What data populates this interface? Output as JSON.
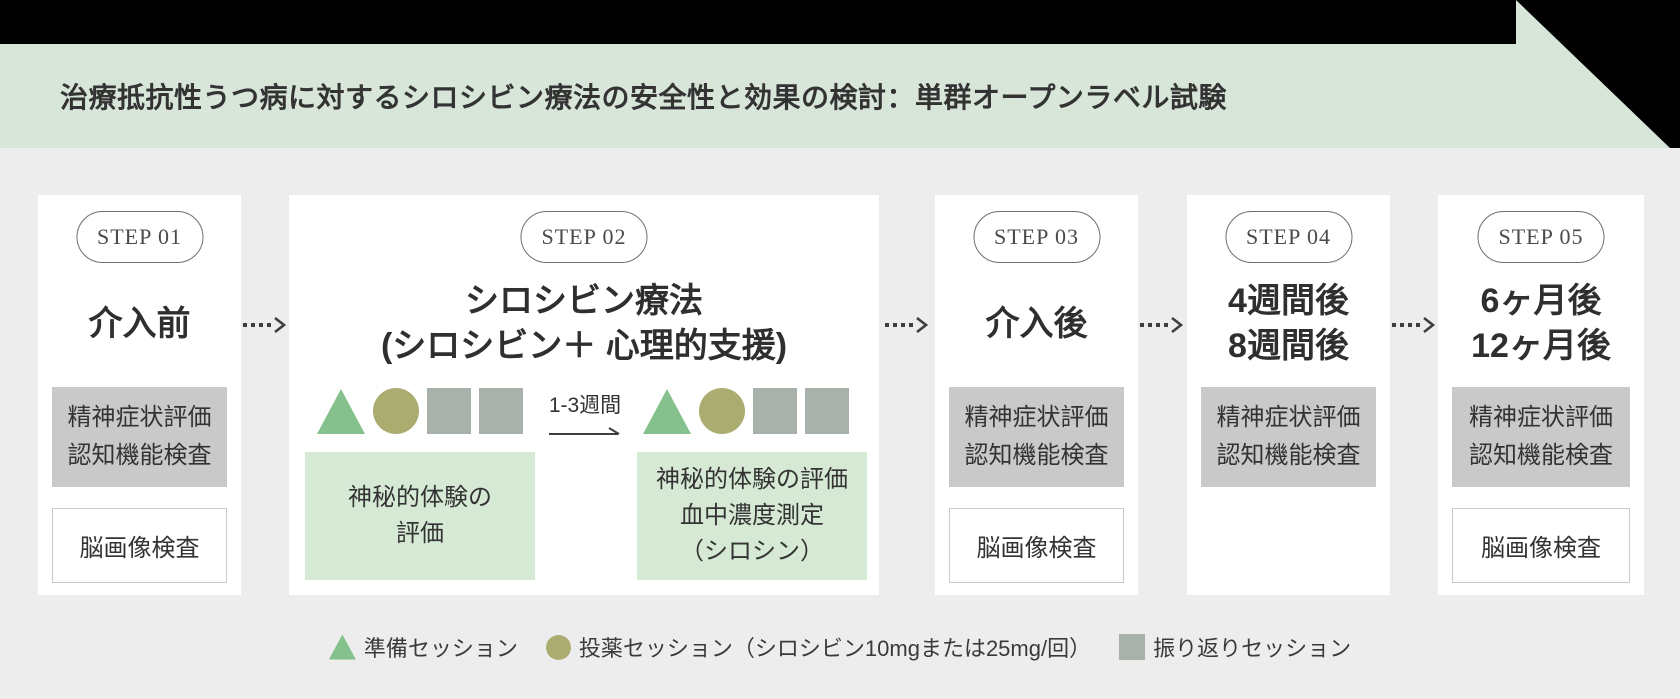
{
  "header": {
    "title": "治療抵抗性うつ病に対するシロシビン療法の安全性と効果の検討：単群オープンラベル試験"
  },
  "steps": [
    {
      "badge": "STEP 01",
      "heading": "介入前",
      "assessment": "精神症状評価\n認知機能検査",
      "imaging": "脳画像検査"
    },
    {
      "badge": "STEP 02",
      "heading": "シロシビン療法\n(シロシビン＋ 心理的支援)",
      "interval": "1-3週間",
      "boxes": [
        "神秘的体験の\n評価",
        "神秘的体験の評価\n血中濃度測定\n（シロシン）"
      ]
    },
    {
      "badge": "STEP 03",
      "heading": "介入後",
      "assessment": "精神症状評価\n認知機能検査",
      "imaging": "脳画像検査"
    },
    {
      "badge": "STEP 04",
      "heading": "4週間後\n8週間後",
      "assessment": "精神症状評価\n認知機能検査"
    },
    {
      "badge": "STEP 05",
      "heading": "6ヶ月後\n12ヶ月後",
      "assessment": "精神症状評価\n認知機能検査",
      "imaging": "脳画像検査"
    }
  ],
  "legend": [
    {
      "icon": "triangle",
      "label": "準備セッション"
    },
    {
      "icon": "circle",
      "label": "投薬セッション（シロシビン10mgまたは25mg/回）"
    },
    {
      "icon": "square",
      "label": "振り返りセッション"
    }
  ],
  "icons": {
    "prep_session_icon": "green-triangle",
    "dosing_session_icon": "olive-circle",
    "reflection_session_icon": "sage-square",
    "flow_arrow_icon": "dotted-arrow-right",
    "interval_arrow_icon": "arrow-right"
  },
  "colors": {
    "top_bar": "#000000",
    "header_band": "#d8e6da",
    "background": "#ededed",
    "card": "#ffffff",
    "assessment_box": "#c9c9c9",
    "imaging_border": "#c9c9c9",
    "note_box_green": "#d5e9d5",
    "triangle_green": "#85c18d",
    "circle_olive": "#abac70",
    "square_sage": "#a9b2aa",
    "badge_border": "#6f6f6f",
    "arrow": "#3e3e3e",
    "text_dark": "#333333"
  }
}
